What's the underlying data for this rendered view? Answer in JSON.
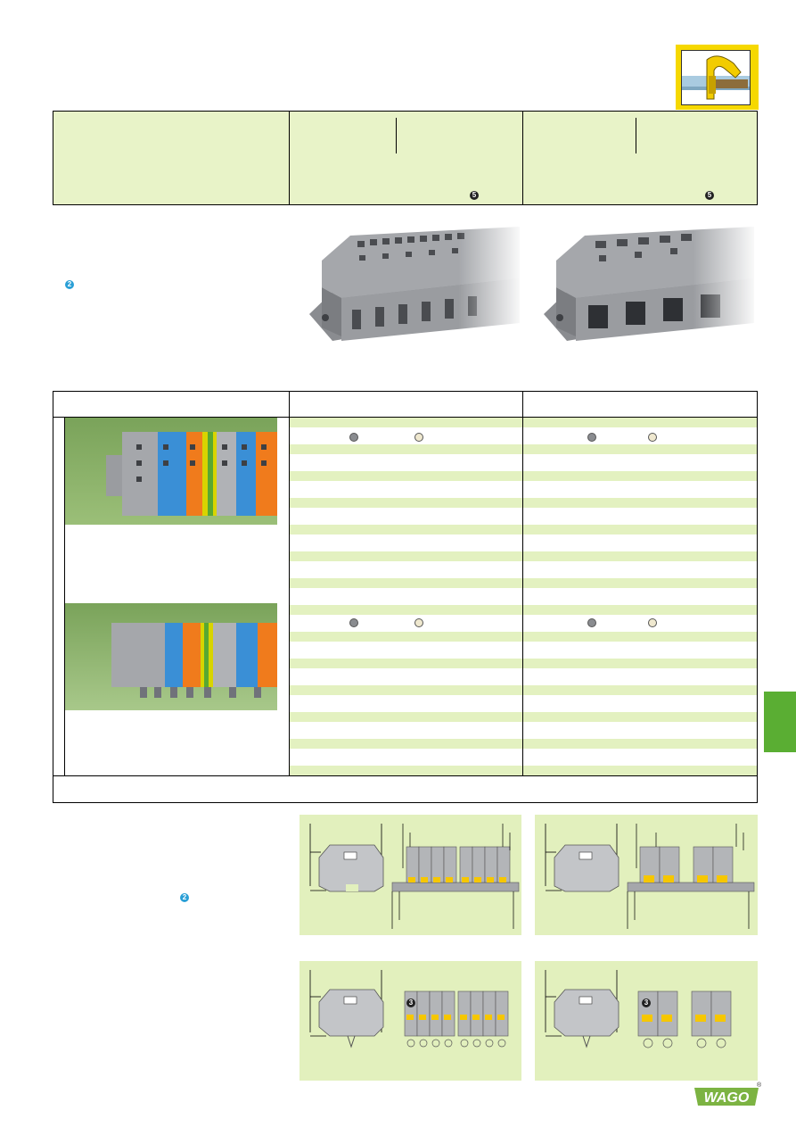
{
  "header": {
    "corner_icon": "cage-clamp-icon",
    "brand_color": "#f6d800"
  },
  "markers": {
    "footnote_2": "2",
    "footnote_3": "3",
    "footnote_5": "5"
  },
  "side_tab_color": "#5aae33",
  "brand": {
    "logo_text": "WAGO",
    "registered": "®"
  },
  "colors": {
    "table_bg": "#e8f3c8",
    "stripe": "#e3f1c0",
    "dot_gray": "#8a8c90",
    "dot_beige": "#efe8cf"
  }
}
